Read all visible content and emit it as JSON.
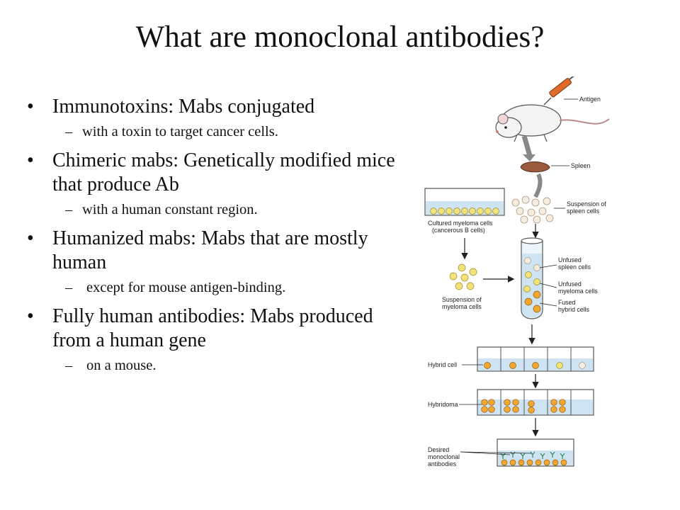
{
  "slide": {
    "title": "What are monoclonal antibodies?"
  },
  "bullets": [
    {
      "text": "Immunotoxins: Mabs conjugated",
      "sub": "with a toxin to target cancer cells.",
      "sub_indent": false
    },
    {
      "text": "Chimeric mabs: Genetically modified mice that produce Ab",
      "sub": "with a human constant region.",
      "sub_indent": false
    },
    {
      "text": "Humanized mabs: Mabs that are mostly human",
      "sub": "except for mouse antigen-binding.",
      "sub_indent": true
    },
    {
      "text": "Fully human antibodies: Mabs produced from a human gene",
      "sub": "on a mouse.",
      "sub_indent": true
    }
  ],
  "diagram": {
    "labels": {
      "antigen": "Antigen",
      "spleen": "Spleen",
      "spleen_susp_1": "Suspension of",
      "spleen_susp_2": "spleen cells",
      "myeloma_cult_1": "Cultured myeloma cells",
      "myeloma_cult_2": "(cancerous B cells)",
      "myeloma_susp_1": "Suspension of",
      "myeloma_susp_2": "myeloma cells",
      "unfused_spleen_1": "Unfused",
      "unfused_spleen_2": "spleen cells",
      "unfused_myeloma_1": "Unfused",
      "unfused_myeloma_2": "myeloma cells",
      "fused_1": "Fused",
      "fused_2": "hybrid cells",
      "hybrid_cell": "Hybrid cell",
      "hybridoma": "Hybridoma",
      "desired_1": "Desired",
      "desired_2": "monoclonal",
      "desired_3": "antibodies"
    },
    "colors": {
      "myeloma_cell": "#f2e27a",
      "spleen_cell": "#f5eee0",
      "hybrid_cell": "#f0a830",
      "medium": "#cfe4f3",
      "tube_glass": "#eef5fa",
      "spleen_organ": "#9a5a3c",
      "antibody": "#2e8b57",
      "mouse_body": "#f4f4f4",
      "syringe": "#e06a2a"
    }
  }
}
